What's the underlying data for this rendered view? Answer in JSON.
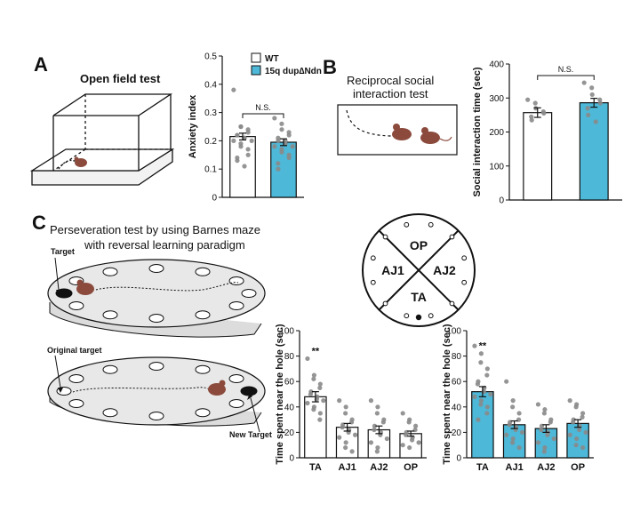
{
  "panels": {
    "a": {
      "letter": "A",
      "title": "Open field test"
    },
    "b": {
      "letter": "B",
      "title_line1": "Reciprocal social",
      "title_line2": "interaction test"
    },
    "c": {
      "letter": "C",
      "title_line1": "Perseveration test by using Barnes maze",
      "title_line2": "with reversal learning paradigm",
      "maze1_label": "Target",
      "maze2_label_left": "Original target",
      "maze2_label_right": "New Target",
      "quadrants": {
        "top": "OP",
        "left": "AJ1",
        "right": "AJ2",
        "bottom": "TA"
      }
    }
  },
  "legend": {
    "wt": "WT",
    "dup": "15q dup∆Ndn"
  },
  "colors": {
    "wt": "#ffffff",
    "dup": "#4db8d8",
    "dots": "#8a8a8a",
    "mouse": "#8b4a3c",
    "maze": "#e8e8e8"
  },
  "chart_data": [
    {
      "type": "bar",
      "panel": "A",
      "ylabel": "Anxiety index",
      "ylim": [
        0,
        0.5
      ],
      "yticks": [
        "0",
        "0.1",
        "0.2",
        "0.3",
        "0.4",
        "0.5"
      ],
      "categories": [
        "WT",
        "15q dup∆Ndn"
      ],
      "values": [
        0.215,
        0.195
      ],
      "errors": [
        0.012,
        0.012
      ],
      "annotation": "N.S.",
      "points": [
        [
          0.38,
          0.25,
          0.25,
          0.24,
          0.23,
          0.22,
          0.22,
          0.21,
          0.21,
          0.2,
          0.2,
          0.19,
          0.18,
          0.17,
          0.15,
          0.14,
          0.13,
          0.11
        ],
        [
          0.28,
          0.26,
          0.24,
          0.23,
          0.22,
          0.21,
          0.2,
          0.2,
          0.19,
          0.18,
          0.18,
          0.17,
          0.16,
          0.15,
          0.14,
          0.12,
          0.1
        ]
      ]
    },
    {
      "type": "bar",
      "panel": "B",
      "ylabel": "Social interaction time (sec)",
      "ylim": [
        0,
        400
      ],
      "yticks": [
        "0",
        "100",
        "200",
        "300",
        "400"
      ],
      "categories": [
        "WT",
        "15q dup∆Ndn"
      ],
      "values": [
        257,
        286
      ],
      "errors": [
        14,
        13
      ],
      "annotation": "N.S.",
      "points": [
        [
          295,
          285,
          270,
          260,
          255,
          245,
          235
        ],
        [
          345,
          330,
          310,
          295,
          285,
          270,
          250,
          230
        ]
      ]
    },
    {
      "type": "bar",
      "panel": "C-WT",
      "ylabel": "Time spent near the hole (sec)",
      "ylim": [
        0,
        100
      ],
      "yticks": [
        "0",
        "20",
        "40",
        "60",
        "80",
        "100"
      ],
      "categories": [
        "TA",
        "AJ1",
        "AJ2",
        "OP"
      ],
      "values": [
        48,
        24,
        22,
        19
      ],
      "errors": [
        4,
        3,
        3,
        2
      ],
      "annotation": "**",
      "points": [
        [
          78,
          65,
          62,
          58,
          55,
          52,
          50,
          48,
          46,
          45,
          43,
          40,
          38,
          35,
          30
        ],
        [
          45,
          40,
          35,
          30,
          28,
          26,
          24,
          22,
          20,
          18,
          16,
          12,
          8,
          5
        ],
        [
          45,
          40,
          35,
          30,
          28,
          25,
          22,
          20,
          18,
          15,
          12,
          8,
          5
        ],
        [
          35,
          30,
          28,
          25,
          22,
          20,
          18,
          16,
          14,
          12,
          10,
          8
        ]
      ]
    },
    {
      "type": "bar",
      "panel": "C-dup",
      "ylabel": "Time spent near the hole (sec)",
      "ylim": [
        0,
        100
      ],
      "yticks": [
        "0",
        "20",
        "40",
        "60",
        "80",
        "100"
      ],
      "categories": [
        "TA",
        "AJ1",
        "AJ2",
        "OP"
      ],
      "values": [
        52,
        26,
        23,
        27
      ],
      "errors": [
        4,
        3,
        3,
        3
      ],
      "annotation": "**",
      "points": [
        [
          88,
          82,
          75,
          70,
          65,
          60,
          58,
          55,
          52,
          50,
          48,
          45,
          42,
          40,
          35,
          30
        ],
        [
          60,
          45,
          40,
          35,
          30,
          28,
          26,
          24,
          22,
          20,
          18,
          15,
          12,
          8
        ],
        [
          42,
          38,
          35,
          30,
          28,
          25,
          22,
          20,
          18,
          15,
          12,
          8,
          5
        ],
        [
          45,
          42,
          40,
          35,
          32,
          30,
          28,
          25,
          22,
          20,
          18,
          15,
          10,
          8
        ]
      ]
    }
  ]
}
